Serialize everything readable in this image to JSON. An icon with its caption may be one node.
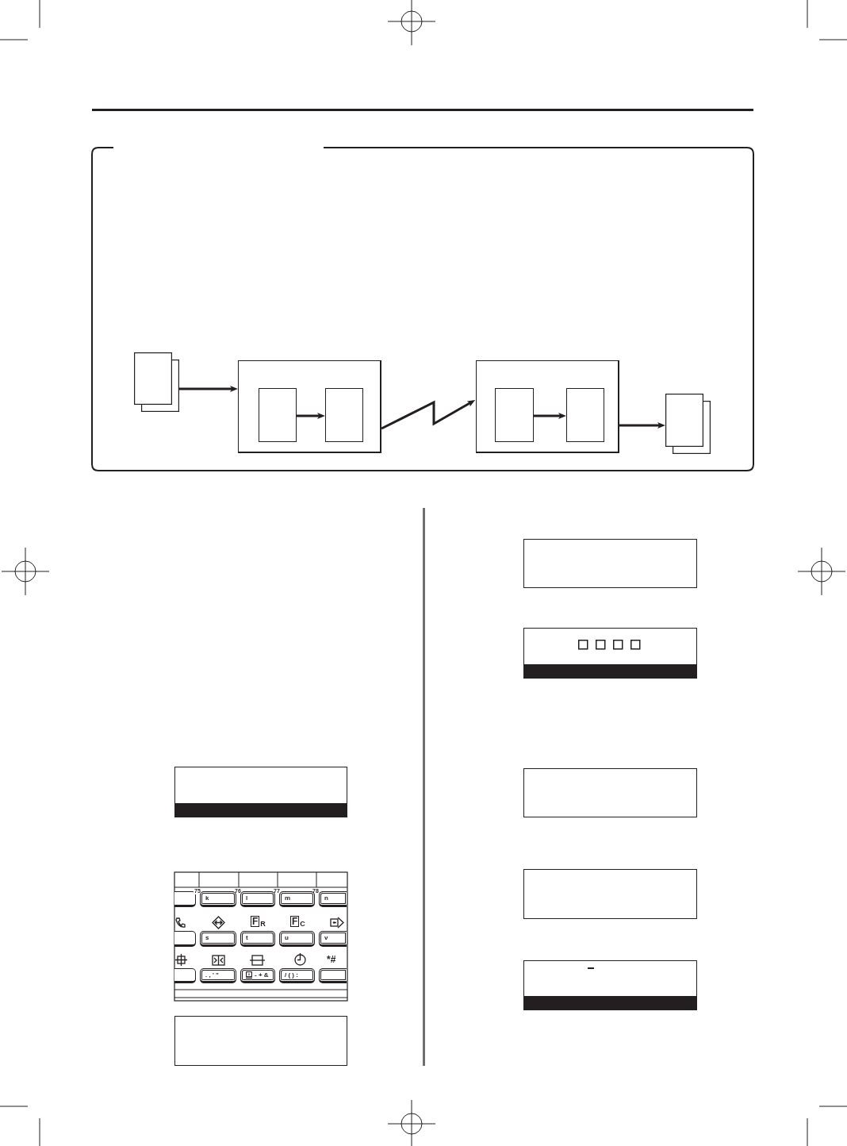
{
  "diagram": {
    "nodes": [
      {
        "text": [],
        "shape": "document"
      },
      {
        "text": [],
        "shape": "box"
      },
      {
        "text": [],
        "shape": "box",
        "in": 1
      },
      {
        "text": [],
        "shape": "box",
        "in": 1
      },
      {
        "text": [],
        "shape": "box"
      },
      {
        "text": [],
        "shape": "box",
        "in": 4
      },
      {
        "text": [],
        "shape": "box",
        "in": 4
      },
      {
        "text": [],
        "shape": "document"
      },
      {
        "text": [],
        "shape": "box"
      },
      {
        "text": [],
        "shape": "box"
      },
      {
        "text": [],
        "shape": "box"
      },
      {
        "text": [],
        "shape": "box"
      },
      {
        "text": [],
        "shape": "box"
      },
      {
        "text": [],
        "shape": "box"
      },
      {
        "text": [],
        "shape": "box"
      }
    ],
    "edges": [
      {
        "from": 0,
        "to": 1,
        "arrow": "to"
      },
      {
        "from": 2,
        "to": 3,
        "arrow": "to"
      },
      {
        "from": 1,
        "to": 4,
        "arrow": "to"
      },
      {
        "from": 5,
        "to": 6,
        "arrow": "to"
      },
      {
        "from": 4,
        "to": 7,
        "arrow": "to"
      }
    ],
    "labels": [
      "75",
      "76",
      "77",
      "78",
      "k",
      "l",
      "m",
      "n",
      "F$_{R}$",
      "F$_{C}$",
      "s",
      "t",
      "u",
      "v",
      "*#",
      ". , ' \"",
      "- + &",
      "/ ( ) :"
    ]
  }
}
